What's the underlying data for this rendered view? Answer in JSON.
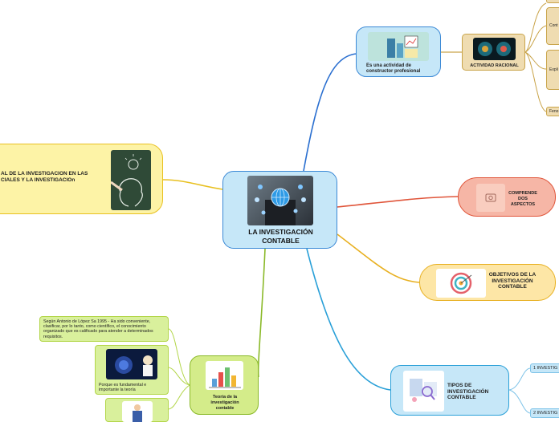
{
  "central": {
    "title": "LA INVESTIGACIÓN CONTABLE"
  },
  "branches": {
    "constructor": {
      "label": "Es una actividad de constructor profesional"
    },
    "racional": {
      "label": "ACTIVIDAD RACIONAL"
    },
    "racional_children": [
      "Cont",
      "Expli",
      "Feno"
    ],
    "comprende": {
      "label": "COMPRENDE DOS ASPECTOS"
    },
    "objetivos": {
      "label": "OBJETIVOS DE LA INVESTIGACIÓN CONTABLE"
    },
    "tipos": {
      "label": "TIPOS DE INVESTIGACIÓN CONTABLE",
      "children": [
        "1 INVESTIG",
        "2 INVESTIG"
      ]
    },
    "teoria": {
      "label": "Teoría de la investigación contable"
    },
    "teoria_children": {
      "antonio": "Según Antonio de López Sa 1995 - Ha sido conveniente, clasificar, por lo tanto, como científico, el conocimiento organizado que es calificado para atender a determinados requisitos.",
      "porque": "Porque es fundamental e importante la teoría"
    },
    "left": {
      "line1": "AL DE LA INVESTIGACION EN LAS",
      "line2": "CIALES Y LA INVESTIGACIOn"
    }
  },
  "colors": {
    "blue_line": "#2a6fd0",
    "orange_line": "#e08a33",
    "red_line": "#e0553a",
    "yellow_line": "#e8c020",
    "green_line": "#8ab928",
    "central_fill": "#c6e7f8",
    "central_border": "#3b89d6"
  }
}
